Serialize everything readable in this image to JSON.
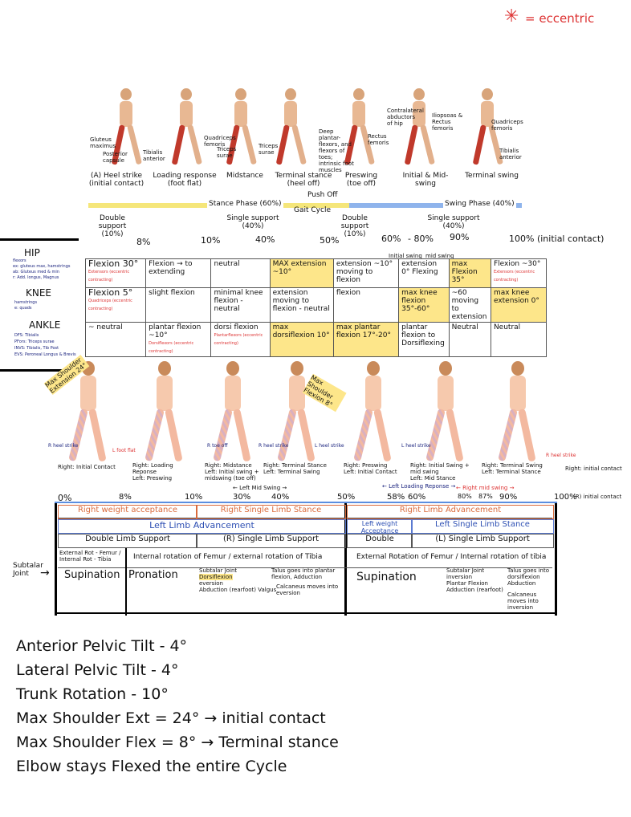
{
  "legend": {
    "symbol": "✳",
    "text": "= eccentric"
  },
  "phases_top": [
    {
      "label": "(A) Heel strike",
      "sub": "(initial contact)"
    },
    {
      "label": "Loading response",
      "sub": "(foot flat)"
    },
    {
      "label": "Midstance",
      "sub": ""
    },
    {
      "label": "Terminal stance",
      "sub": "(heel off)"
    },
    {
      "label": "Preswing",
      "sub": "(toe off)"
    },
    {
      "label": "Initial & Mid-swing",
      "sub": ""
    },
    {
      "label": "Terminal swing",
      "sub": ""
    }
  ],
  "muscle_labels": [
    "Gluteus maximus",
    "Posterior capsule",
    "Tibialis anterior",
    "Quadriceps femoris",
    "Triceps surae",
    "Triceps surae",
    "Deep plantar-flexors, and flexors of toes; intrinsic foot muscles",
    "Rectus femoris",
    "Contralateral abductors of hip",
    "Iliopsoas & Rectus femoris",
    "Quadriceps femoris",
    "Tibialis anterior"
  ],
  "push_off": "Push Off",
  "stance_phase": "Stance Phase (60%)",
  "swing_phase": "Swing Phase (40%)",
  "gait_cycle": "Gait Cycle",
  "support_row": [
    {
      "label": "Double support",
      "sub": "(10%)"
    },
    {
      "label": "Single support",
      "sub": "(40%)"
    },
    {
      "label": "Double support",
      "sub": "(10%)"
    },
    {
      "label": "Single support",
      "sub": "(40%)"
    }
  ],
  "pct_top": [
    "8%",
    "10%",
    "40%",
    "50%",
    "60%",
    "- 80%",
    "90%",
    "100% (initial contact)"
  ],
  "joints": {
    "hip": {
      "title": "HIP",
      "notes": [
        "flexors",
        "ex: gluteus max, hamstrings",
        "ab: Gluteus med & min",
        "r: Add. longus, Magnus"
      ]
    },
    "knee": {
      "title": "KNEE",
      "notes": [
        "hamstrings",
        "e: quads"
      ]
    },
    "ankle": {
      "title": "ANKLE",
      "notes": [
        "DFS: Tibialis",
        "PFors: Triceps surae",
        "INVS: Tibialis, Tib Post",
        "EVS: Peroneal Longus & Brevis"
      ]
    }
  },
  "small_header": [
    "Initial swing",
    "mid swing"
  ],
  "hip_row": [
    "Flexion 30°",
    "Flexion → to extending",
    "neutral",
    "MAX extension ~10°",
    "extension ~10° moving to flexion",
    "extension 0° Flexing",
    "max Flexion 35°",
    "Flexion ~30°"
  ],
  "knee_row": [
    "Flexion 5°",
    "slight flexion",
    "minimal knee flexion - neutral",
    "extension moving to flexion - neutral",
    "flexion",
    "max knee flexion 35°-60°",
    "~60 moving to extension",
    "max knee extension 0°"
  ],
  "ankle_row": [
    "~ neutral",
    "plantar flexion ~10°",
    "dorsi flexion",
    "max dorsiflexion 10°",
    "max plantar flexion 17°-20°",
    "plantar flexion to Dorsiflexing",
    "Neutral",
    "Neutral"
  ],
  "red_notes": [
    "Extensors (eccentric contracting)",
    "Quadriceps (eccentric contracting)",
    "Dorsiflexors (eccentric contracting)",
    "Plantarflexors (eccentric contracting)",
    "Extensors (eccentric contracting)"
  ],
  "shoulder_notes": [
    {
      "text": "Max Shoulder Extension 24°"
    },
    {
      "text": "Max Shoulder Flexion 8°"
    }
  ],
  "figure_labels": [
    "R heel strike",
    "L foot flat",
    "R toe off",
    "R heel strike",
    "L heel strike",
    "L heel strike",
    "R heel strike"
  ],
  "phases_mid": [
    {
      "right": "Right: Initial Contact",
      "left": ""
    },
    {
      "right": "Right: Loading Reponse",
      "left": "Left: Preswing"
    },
    {
      "right": "Right: Midstance",
      "left": "Left: Initial swing + midswing (toe off)"
    },
    {
      "right": "Right: Terminal Stance",
      "left": "Left: Terminal Swing"
    },
    {
      "right": "Right: Preswing",
      "left": "Left: Initial Contact"
    },
    {
      "right": "Right: Initial Swing + mid swing",
      "left": "Left: Mid Stance"
    },
    {
      "right": "Right: Terminal Swing",
      "left": "Left: Terminal Stance"
    },
    {
      "right": "Right: initial contact",
      "left": ""
    }
  ],
  "mid_annotations": [
    "← Left Mid Swing →",
    "← Left Loading Reponse →",
    "← Right mid swing →"
  ],
  "pct_mid": [
    "0%",
    "8%",
    "10%",
    "30%",
    "40%",
    "50%",
    "58%",
    "60%",
    "80%",
    "87%",
    "90%",
    "100%",
    "(R) initial contact"
  ],
  "bars": {
    "right_weight_acceptance": "Right weight acceptance",
    "right_single_limb_stance": "Right Single Limb Stance",
    "right_limb_advancement": "Right Limb Advancement",
    "left_limb_advancement": "Left Limb Advancement",
    "left_weight_acceptance": "Left weight Acceptance",
    "left_single_limb_stance": "Left Single Limb Stance",
    "double_limb_support": "Double Limb Support",
    "r_single_limb_support": "(R) Single Limb Support",
    "double": "Double",
    "l_single_limb_support": "(L) Single Limb Support"
  },
  "rotation": {
    "ext_rot": "External Rot - Femur / Internal Rot - Tibia",
    "int_rot": "Internal rotation of Femur / external rotation of Tibia",
    "ext_rot2": "External Rotation of Femur / Internal rotation of tibia"
  },
  "subtalar": {
    "label": "Subtalar Joint",
    "supination": "Supination",
    "pronation": "Pronation",
    "mid_title": "Subtalar Joint",
    "mid_items": [
      "Dorsiflexion",
      "eversion",
      "Abduction (rearfoot) Valgus"
    ],
    "mid_notes": [
      "Talus goes into plantar flexion, Adduction",
      "Calcaneus moves into eversion"
    ],
    "supination2": "Supination",
    "right_title": "Subtalar Joint",
    "right_items": [
      "inversion",
      "Plantar Flexion",
      "Adduction (rearfoot)"
    ],
    "right_notes": [
      "Talus goes into dorsiflexion Abduction",
      "Calcaneus moves into inversion"
    ]
  },
  "bottom_notes": [
    "Anterior Pelvic Tilt - 4°",
    "Lateral Pelvic Tilt - 4°",
    "Trunk Rotation - 10°",
    "Max Shoulder Ext = 24° → initial contact",
    "Max Shoulder Flex = 8° → Terminal stance",
    "Elbow stays Flexed the entire Cycle"
  ],
  "colors": {
    "red": "#dd3333",
    "yellow": "#fde68a",
    "blue": "#4a6fd1",
    "orange_line": "#e07b39"
  }
}
